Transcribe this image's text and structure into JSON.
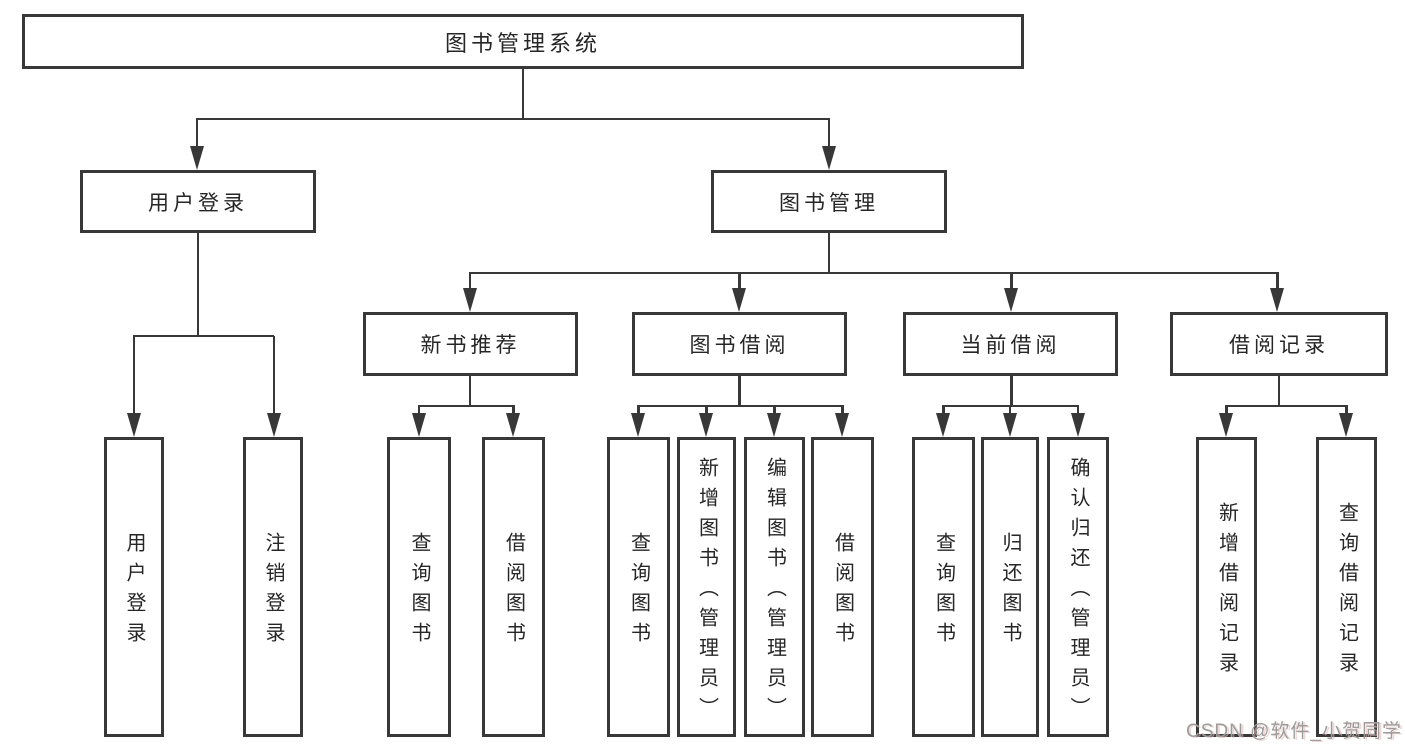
{
  "tree": {
    "label": "图书管理系统",
    "children": [
      {
        "label": "用户登录",
        "children": [
          {
            "label": "用户登录"
          },
          {
            "label": "注销登录"
          }
        ]
      },
      {
        "label": "图书管理",
        "children": [
          {
            "label": "新书推荐",
            "children": [
              {
                "label": "查询图书"
              },
              {
                "label": "借阅图书"
              }
            ]
          },
          {
            "label": "图书借阅",
            "children": [
              {
                "label": "查询图书"
              },
              {
                "label": "新增图书（管理员）"
              },
              {
                "label": "编辑图书（管理员）"
              },
              {
                "label": "借阅图书"
              }
            ]
          },
          {
            "label": "当前借阅",
            "children": [
              {
                "label": "查询图书"
              },
              {
                "label": "归还图书"
              },
              {
                "label": "确认归还（管理员）"
              }
            ]
          },
          {
            "label": "借阅记录",
            "children": [
              {
                "label": "新增借阅记录"
              },
              {
                "label": "查询借阅记录"
              }
            ]
          }
        ]
      }
    ]
  },
  "watermark": {
    "text": "CSDN @软件_小贺同学"
  },
  "colors": {
    "line": "#383838",
    "box_border": "#383838",
    "text": "#262626",
    "watermark": "#9c9c9c",
    "background": "#ffffff"
  }
}
